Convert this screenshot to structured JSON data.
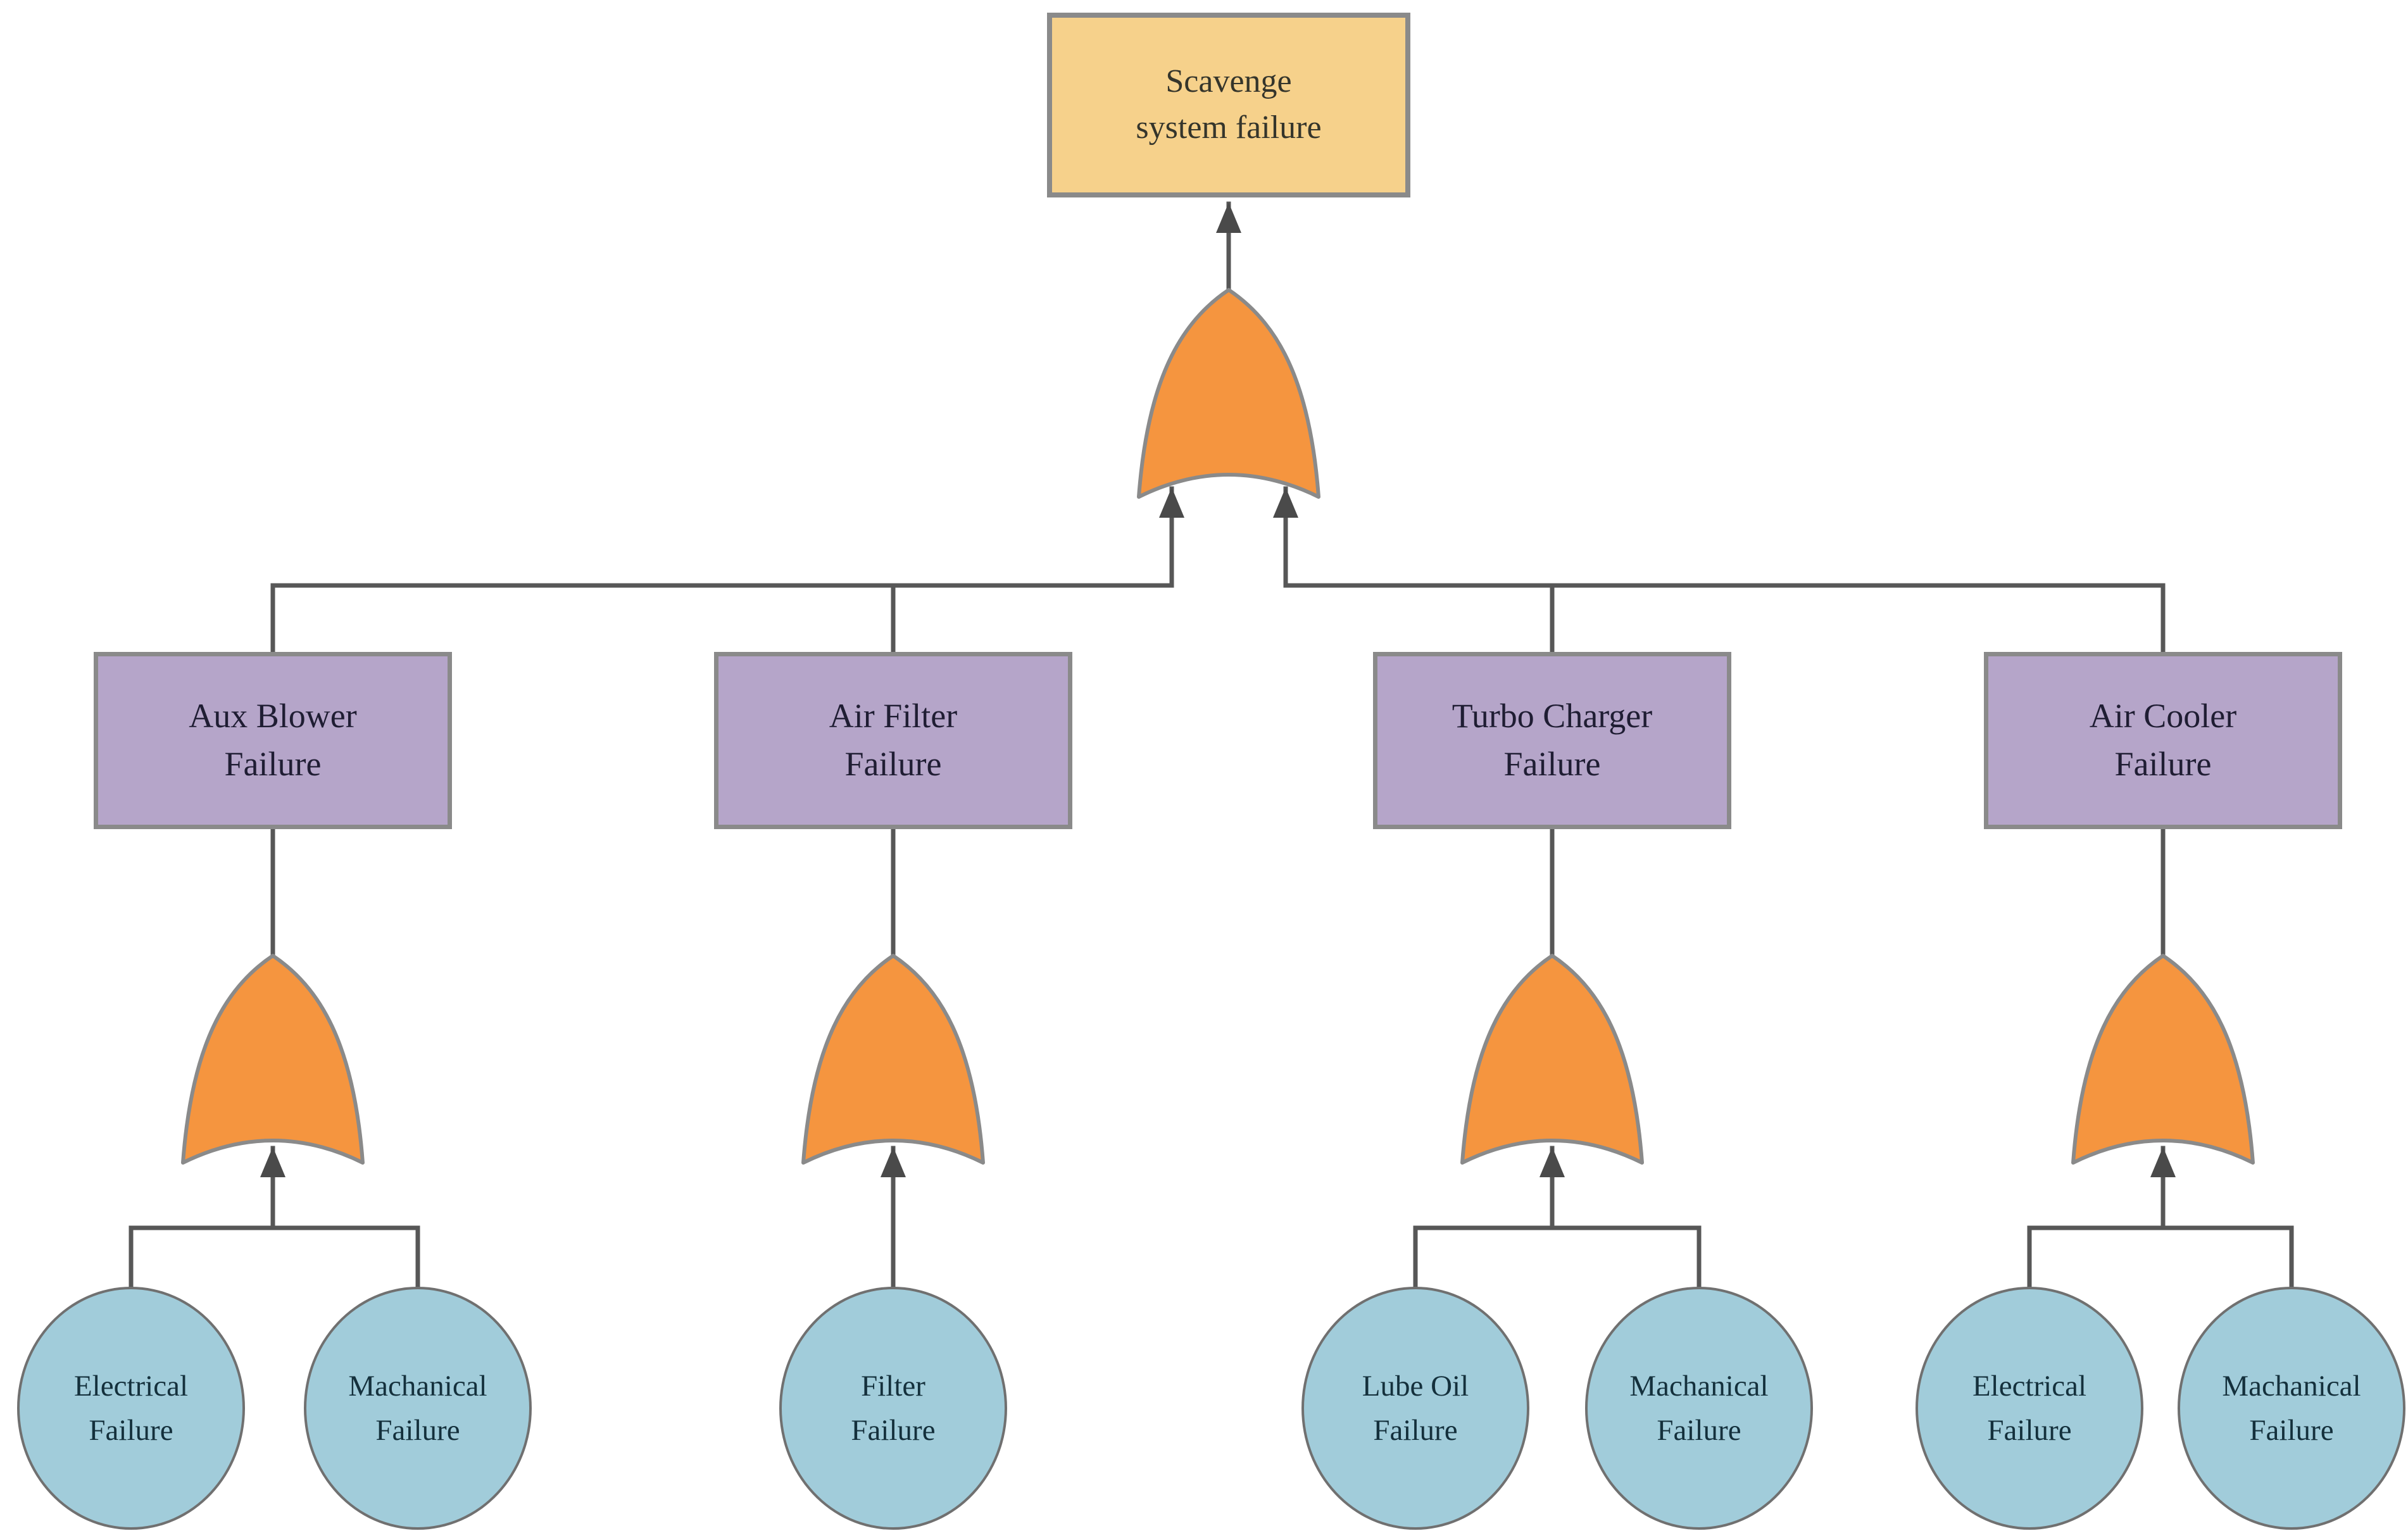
{
  "top_event": {
    "id": "scavenge-system-failure",
    "label": "Scavenge\nsystem failure"
  },
  "intermediate_events": [
    {
      "id": "aux-blower-failure",
      "label": "Aux Blower\nFailure"
    },
    {
      "id": "air-filter-failure",
      "label": "Air Filter\nFailure"
    },
    {
      "id": "turbo-charger-failure",
      "label": "Turbo Charger\nFailure"
    },
    {
      "id": "air-cooler-failure",
      "label": "Air Cooler\nFailure"
    }
  ],
  "basic_events": [
    {
      "id": "electrical-failure-1",
      "label": "Electrical\nFailure"
    },
    {
      "id": "machanical-failure-1",
      "label": "Machanical\nFailure"
    },
    {
      "id": "filter-failure",
      "label": "Filter\nFailure"
    },
    {
      "id": "lube-oil-failure",
      "label": "Lube Oil\nFailure"
    },
    {
      "id": "machanical-failure-2",
      "label": "Machanical\nFailure"
    },
    {
      "id": "electrical-failure-2",
      "label": "Electrical\nFailure"
    },
    {
      "id": "machanical-failure-3",
      "label": "Machanical\nFailure"
    }
  ],
  "gates": [
    {
      "id": "top-or-gate",
      "type": "OR"
    },
    {
      "id": "aux-blower-or-gate",
      "type": "OR"
    },
    {
      "id": "air-filter-or-gate",
      "type": "OR"
    },
    {
      "id": "turbo-charger-or-gate",
      "type": "OR"
    },
    {
      "id": "air-cooler-or-gate",
      "type": "OR"
    }
  ],
  "colors": {
    "top_event_fill": "#F6D18B",
    "gate_fill": "#F5953F",
    "intermediate_fill": "#B5A5C9",
    "basic_fill": "#A1CCDA",
    "shape_border": "#8A8A8A",
    "connector": "#575757",
    "arrowhead": "#4A4A4A",
    "background": "#FFFFFF"
  }
}
